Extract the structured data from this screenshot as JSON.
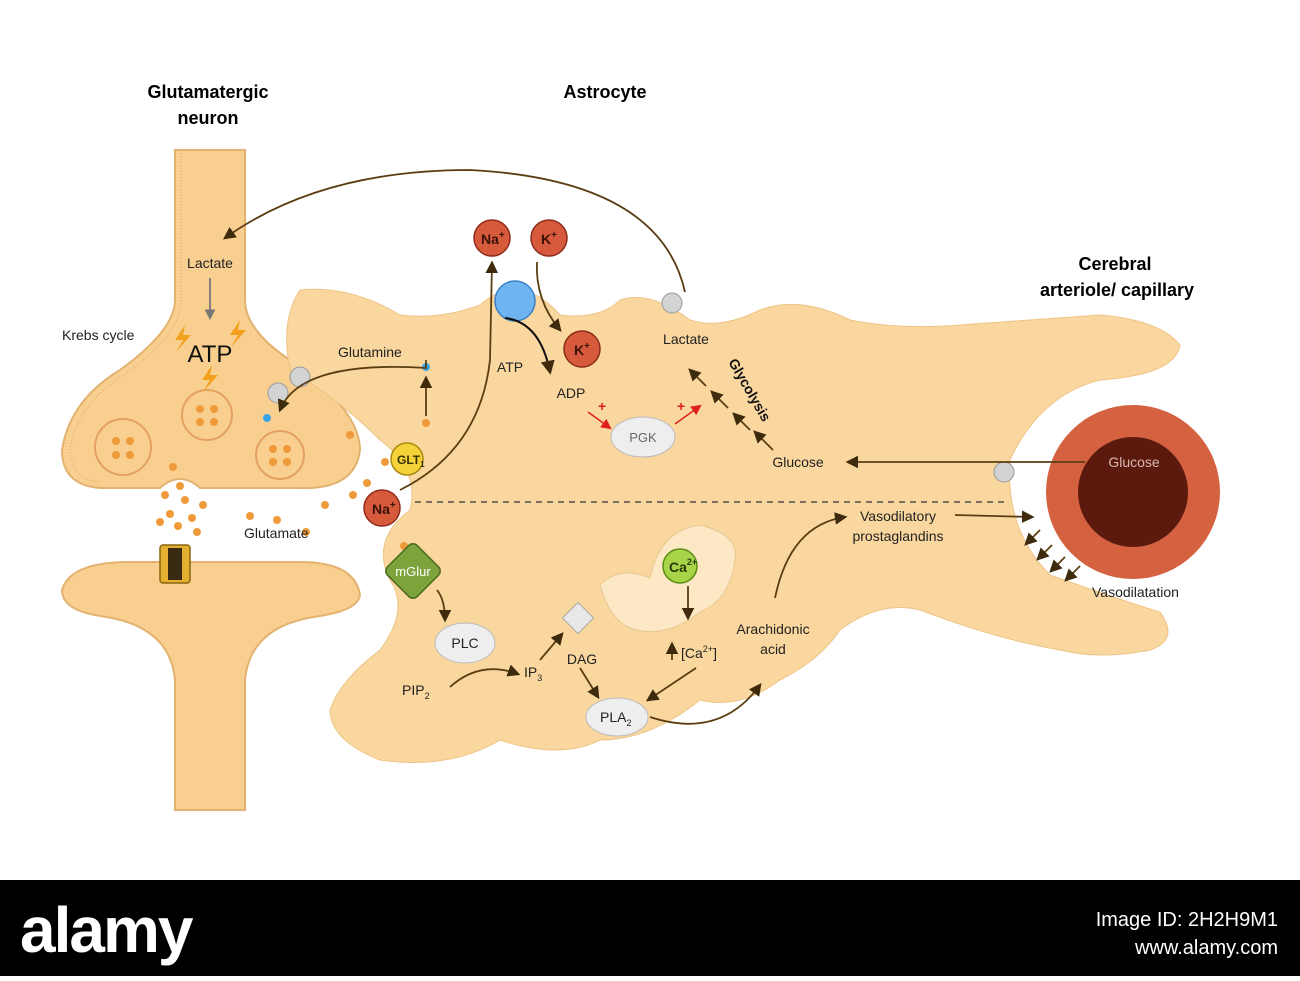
{
  "titles": {
    "neuron_line1": "Glutamatergic",
    "neuron_line2": "neuron",
    "astrocyte": "Astrocyte",
    "vessel_line1": "Cerebral",
    "vessel_line2": "arteriole/ capillary"
  },
  "labels": {
    "lactate_neuron": "Lactate",
    "krebs": "Krebs cycle",
    "atp_big": "ATP",
    "glutamine": "Glutamine",
    "glutamate": "Glutamate",
    "glt": "GLT",
    "glt_sub": "1",
    "na_bottom": "Na",
    "na_top": "Na",
    "k_top": "K",
    "k_inside": "K",
    "plus": "+",
    "atp_small": "ATP",
    "adp": "ADP",
    "pgk": "PGK",
    "lactate_astro": "Lactate",
    "glycolysis": "Glycolysis",
    "glucose_astro": "Glucose",
    "glucose_vessel": "Glucose",
    "mglur": "mGlur",
    "plc": "PLC",
    "pip": "PIP",
    "pip_sub": "2",
    "ip": "IP",
    "ip_sub": "3",
    "dag": "DAG",
    "pla": "PLA",
    "pla_sub": "2",
    "ca": "Ca",
    "ca_sup": "2+",
    "ca_conc": "[Ca",
    "ca_conc_sup": "2+",
    "ca_conc_end": "]",
    "arach_line1": "Arachidonic",
    "arach_line2": "acid",
    "vaso_line1": "Vasodilatory",
    "vaso_line2": "prostaglandins",
    "vasodilatation": "Vasodilatation"
  },
  "footer": {
    "brand": "alamy",
    "image_id_label": "Image ID: 2H2H9M1",
    "url": "www.alamy.com"
  },
  "colors": {
    "cell": "#f9cf8f",
    "cell_edge": "#e9b978",
    "astrocyte": "#fad79e",
    "vessel_outer": "#d4613f",
    "vessel_inner": "#5c1a0e",
    "ion_red": "#d85a3c",
    "pump_blue": "#6eb4f0",
    "glt_yellow": "#f5d13a",
    "mglur_green": "#7da33c",
    "ca_green": "#a8d44a",
    "arrow": "#5a3e12"
  }
}
